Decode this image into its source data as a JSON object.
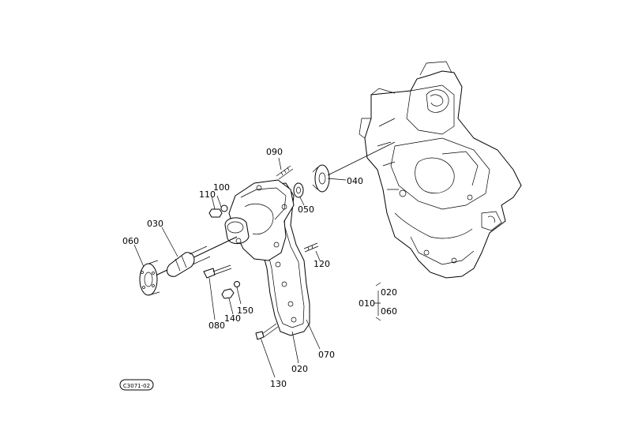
{
  "callouts": {
    "p010": "010",
    "p020a": "020",
    "p020b": "020",
    "p030": "030",
    "p040": "040",
    "p050": "050",
    "p060a": "060",
    "p060b": "060",
    "p070": "070",
    "p080": "080",
    "p090": "090",
    "p100": "100",
    "p110": "110",
    "p120": "120",
    "p130": "130",
    "p140": "140",
    "p150": "150"
  },
  "figure_code": "C3071-02"
}
